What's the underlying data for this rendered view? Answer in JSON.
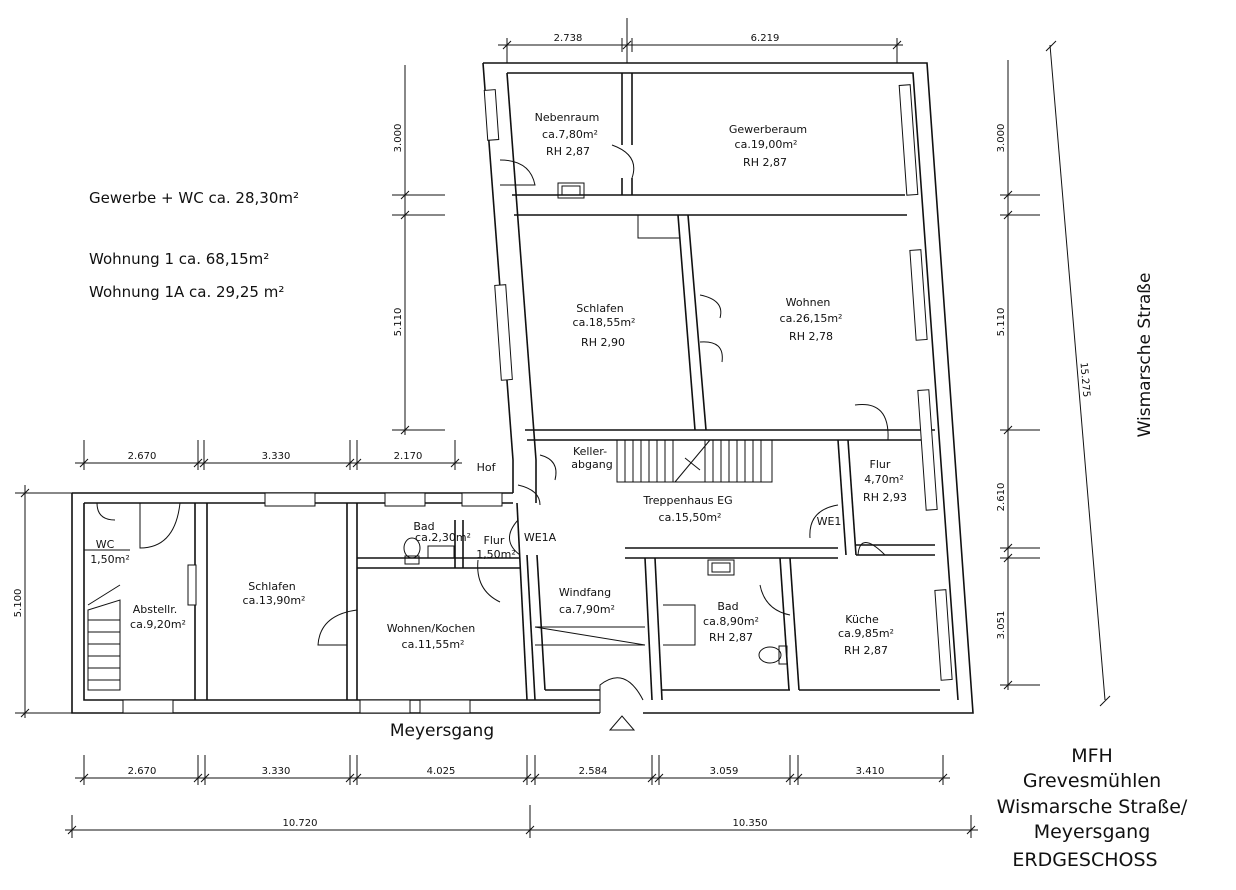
{
  "summary": {
    "gewerbe": "Gewerbe + WC ca. 28,30m²",
    "wohnung1": "Wohnung 1 ca. 68,15m²",
    "wohnung1a": "Wohnung 1A   ca. 29,25 m²"
  },
  "rooms": {
    "nebenraum": {
      "name": "Nebenraum",
      "area": "ca.7,80m²",
      "rh": "RH  2,87"
    },
    "gewerberaum": {
      "name": "Gewerberaum",
      "area": "ca.19,00m²",
      "rh": "RH  2,87"
    },
    "schlafen_upper": {
      "name": "Schlafen",
      "area": "ca.18,55m²",
      "rh": "RH  2,90"
    },
    "wohnen": {
      "name": "Wohnen",
      "area": "ca.26,15m²",
      "rh": "RH  2,78"
    },
    "kellerabgang": {
      "line1": "Keller-",
      "line2": "abgang"
    },
    "treppenhaus": {
      "name": "Treppenhaus EG",
      "area": "ca.15,50m²"
    },
    "flur_right": {
      "name": "Flur",
      "area": "4,70m²",
      "rh": "RH  2,93"
    },
    "we1": "WE1",
    "we1a": "WE1A",
    "hof": "Hof",
    "wc": {
      "name": "WC",
      "area": "1,50m²"
    },
    "abstellr": {
      "name": "Abstellr.",
      "area": "ca.9,20m²"
    },
    "schlafen_lower": {
      "name": "Schlafen",
      "area": "ca.13,90m²"
    },
    "bad_small": {
      "name": "Bad",
      "area": "ca.2,30m²"
    },
    "flur_small": {
      "name": "Flur",
      "area": "1,50m²"
    },
    "wohnen_kochen": {
      "name": "Wohnen/Kochen",
      "area": "ca.11,55m²"
    },
    "windfang": {
      "name": "Windfang",
      "area": "ca.7,90m²"
    },
    "bad_large": {
      "name": "Bad",
      "area": "ca.8,90m²",
      "rh": "RH  2,87"
    },
    "kueche": {
      "name": "Küche",
      "area": "ca.9,85m²",
      "rh": "RH  2,87"
    }
  },
  "dimensions": {
    "top": [
      "2.738",
      "6.219"
    ],
    "left_upper": [
      "3.000",
      "5.110"
    ],
    "right": [
      "3.000",
      "5.110",
      "2.610",
      "3.051"
    ],
    "mid_left": [
      "2.670",
      "3.330",
      "2.170"
    ],
    "left_lower": "5.100",
    "bottom_row1": [
      "2.670",
      "3.330",
      "4.025",
      "2.584",
      "3.059",
      "3.410"
    ],
    "bottom_row2": [
      "10.720",
      "10.350"
    ],
    "diagonal": "15.275"
  },
  "streets": {
    "meyersgang": "Meyersgang",
    "wismarsche": "Wismarsche Straße"
  },
  "title_block": [
    "MFH",
    "Grevesmühlen",
    "Wismarsche Straße/",
    "Meyersgang",
    "ERDGESCHOSS"
  ]
}
